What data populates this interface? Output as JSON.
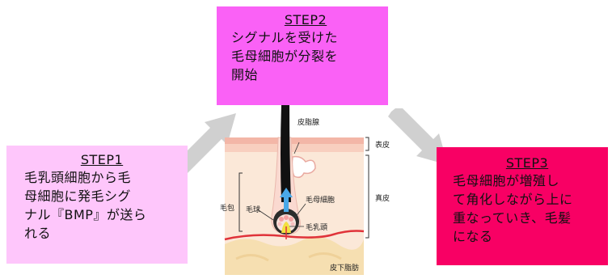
{
  "steps": {
    "step1": {
      "title": "STEP1",
      "body": "毛乳頭細胞から毛\n母細胞に発毛シグ\nナル『BMP』が送ら\nれる",
      "color": "#fec6fb"
    },
    "step2": {
      "title": "STEP2",
      "body": "シグナルを受けた\n毛母細胞が分裂を\n開始",
      "color": "#fa61f6"
    },
    "step3": {
      "title": "STEP3",
      "body": "毛母細胞が増殖し\nて角化しながら上に\n重なっていき、毛髪\nになる",
      "color": "#f80064"
    }
  },
  "diagram_labels": {
    "sebaceous_gland": "皮脂腺",
    "epidermis": "表皮",
    "dermis": "真皮",
    "follicle": "毛包",
    "hair_bulb": "毛球",
    "hair_matrix_cell": "毛母細胞",
    "dermal_papilla": "毛乳頭",
    "subcutaneous_fat": "皮下脂肪"
  },
  "colors": {
    "arrow_gray": "#d0d0d0",
    "epidermis_band": "#f3b6a7",
    "skin": "#fbe8d8",
    "fat": "#f6dfb1",
    "boundary_red": "#e0333a",
    "hair": "#111111",
    "growth_arrow": "#4aa8e8"
  }
}
